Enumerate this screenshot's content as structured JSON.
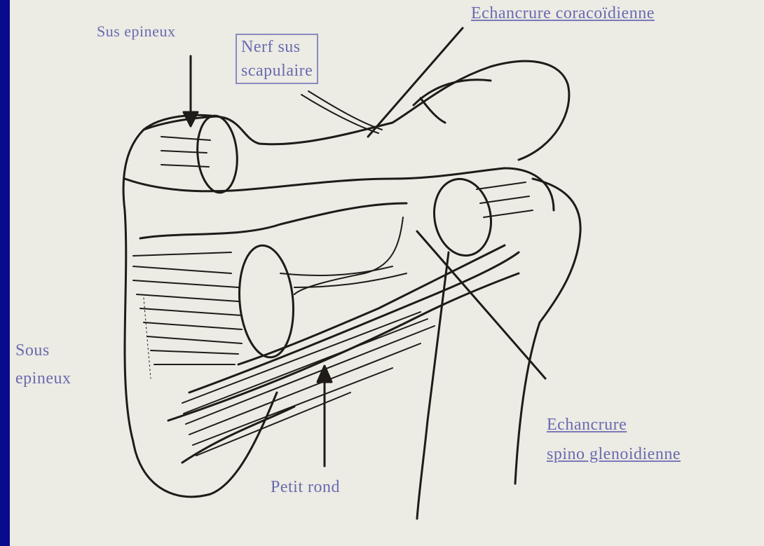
{
  "labels": {
    "sus_epineux": "Sus epineux",
    "echancrure_coracoidienne": "Echancrure coracoïdienne",
    "nerf_line1": "Nerf sus",
    "nerf_line2": "scapulaire",
    "sous_line1": "Sous",
    "sous_line2": "epineux",
    "spino_line1": "Echancrure",
    "spino_line2": "spino glenoidienne",
    "petit_rond": "Petit rond"
  },
  "colors": {
    "slide_border": "#0a0a8c",
    "paper": "#ecebe4",
    "ink": "#1e1b18",
    "label_text": "#6a6ab0"
  }
}
